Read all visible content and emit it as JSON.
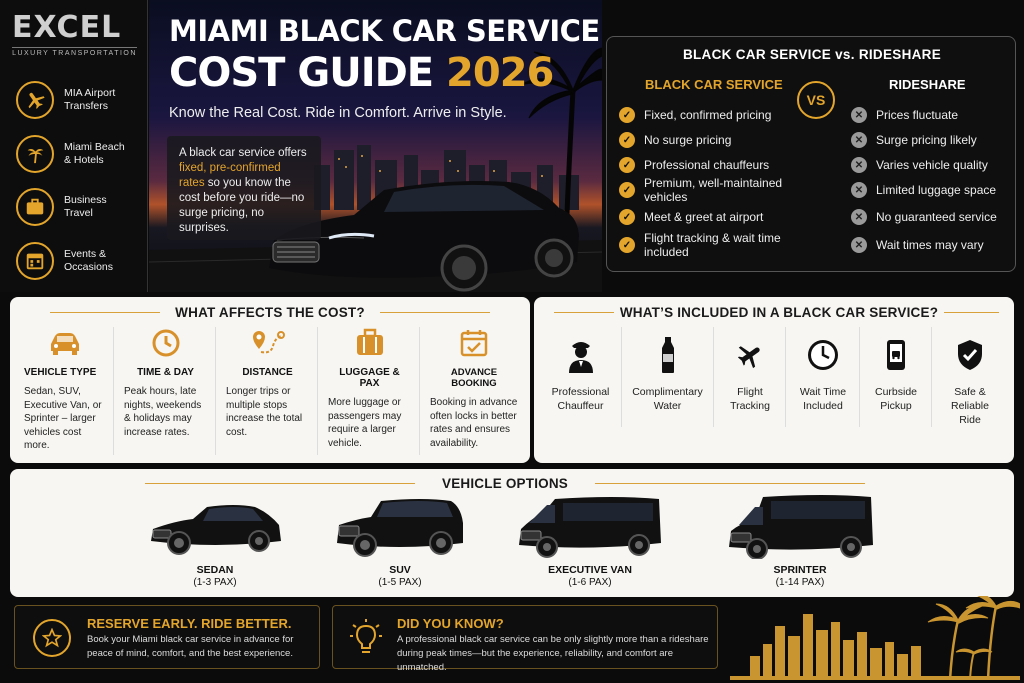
{
  "brand": {
    "name": "EXCEL",
    "subtitle": "LUXURY TRANSPORTATION"
  },
  "sidebar": {
    "items": [
      {
        "label": "MIA Airport Transfers",
        "icon": "airplane-icon"
      },
      {
        "label": "Miami Beach & Hotels",
        "icon": "palm-tree-icon"
      },
      {
        "label": "Business Travel",
        "icon": "briefcase-icon"
      },
      {
        "label": "Events & Occasions",
        "icon": "calendar-icon"
      }
    ]
  },
  "hero": {
    "title_line1": "MIAMI BLACK CAR SERVICE",
    "title_line2_a": "COST GUIDE",
    "title_line2_b": "2026",
    "tagline": "Know the Real Cost. Ride in Comfort. Arrive in Style.",
    "box_pre": "A black car service offers",
    "box_highlight": "fixed, pre-confirmed rates",
    "box_post": "so you know the cost before you ride—no surge pricing, no surprises."
  },
  "comparison": {
    "title": "BLACK CAR SERVICE vs. RIDESHARE",
    "left_head": "BLACK CAR SERVICE",
    "vs": "VS",
    "right_head": "RIDESHARE",
    "left_items": [
      "Fixed, confirmed pricing",
      "No surge pricing",
      "Professional chauffeurs",
      "Premium, well-maintained vehicles",
      "Meet & greet at airport",
      "Flight tracking & wait time included"
    ],
    "right_items": [
      "Prices fluctuate",
      "Surge pricing likely",
      "Varies vehicle quality",
      "Limited luggage space",
      "No guaranteed service",
      "Wait times may vary"
    ]
  },
  "cost_factors": {
    "title": "WHAT AFFECTS THE COST?",
    "items": [
      {
        "head": "VEHICLE TYPE",
        "text": "Sedan, SUV, Executive Van, or Sprinter – larger vehicles cost more.",
        "icon": "car-icon"
      },
      {
        "head": "TIME & DAY",
        "text": "Peak hours, late nights, weekends & holidays may increase rates.",
        "icon": "clock-icon"
      },
      {
        "head": "DISTANCE",
        "text": "Longer trips or multiple stops increase the total cost.",
        "icon": "route-icon"
      },
      {
        "head": "LUGGAGE & PAX",
        "text": "More luggage or passengers may require a larger vehicle.",
        "icon": "luggage-icon"
      },
      {
        "head": "ADVANCE BOOKING",
        "text": "Booking in advance often locks in better rates and ensures availability.",
        "icon": "calendar-check-icon"
      }
    ]
  },
  "included": {
    "title": "WHAT’S INCLUDED IN A BLACK CAR SERVICE?",
    "items": [
      {
        "text": "Professional Chauffeur",
        "icon": "chauffeur-icon"
      },
      {
        "text": "Complimentary Water",
        "icon": "water-bottle-icon"
      },
      {
        "text": "Flight Tracking",
        "icon": "airplane-icon"
      },
      {
        "text": "Wait Time Included",
        "icon": "clock-icon"
      },
      {
        "text": "Curbside Pickup",
        "icon": "pickup-phone-icon"
      },
      {
        "text": "Safe & Reliable Ride",
        "icon": "shield-check-icon"
      }
    ]
  },
  "vehicles": {
    "title": "VEHICLE OPTIONS",
    "items": [
      {
        "name": "SEDAN",
        "pax": "(1-3 PAX)"
      },
      {
        "name": "SUV",
        "pax": "(1-5 PAX)"
      },
      {
        "name": "EXECUTIVE VAN",
        "pax": "(1-6 PAX)"
      },
      {
        "name": "SPRINTER",
        "pax": "(1-14 PAX)"
      }
    ]
  },
  "reserve": {
    "head": "RESERVE EARLY. RIDE BETTER.",
    "text": "Book your Miami black car service in advance for peace of mind, comfort, and the best experience.",
    "icon": "star-icon"
  },
  "did_you_know": {
    "head": "DID YOU KNOW?",
    "text": "A professional black car service can be only slightly more than a rideshare during peak times—but the experience, reliability, and comfort are unmatched.",
    "icon": "lightbulb-icon"
  },
  "colors": {
    "gold": "#e3a52b",
    "dark": "#0b0b0b",
    "panel": "#f7f6f2"
  }
}
